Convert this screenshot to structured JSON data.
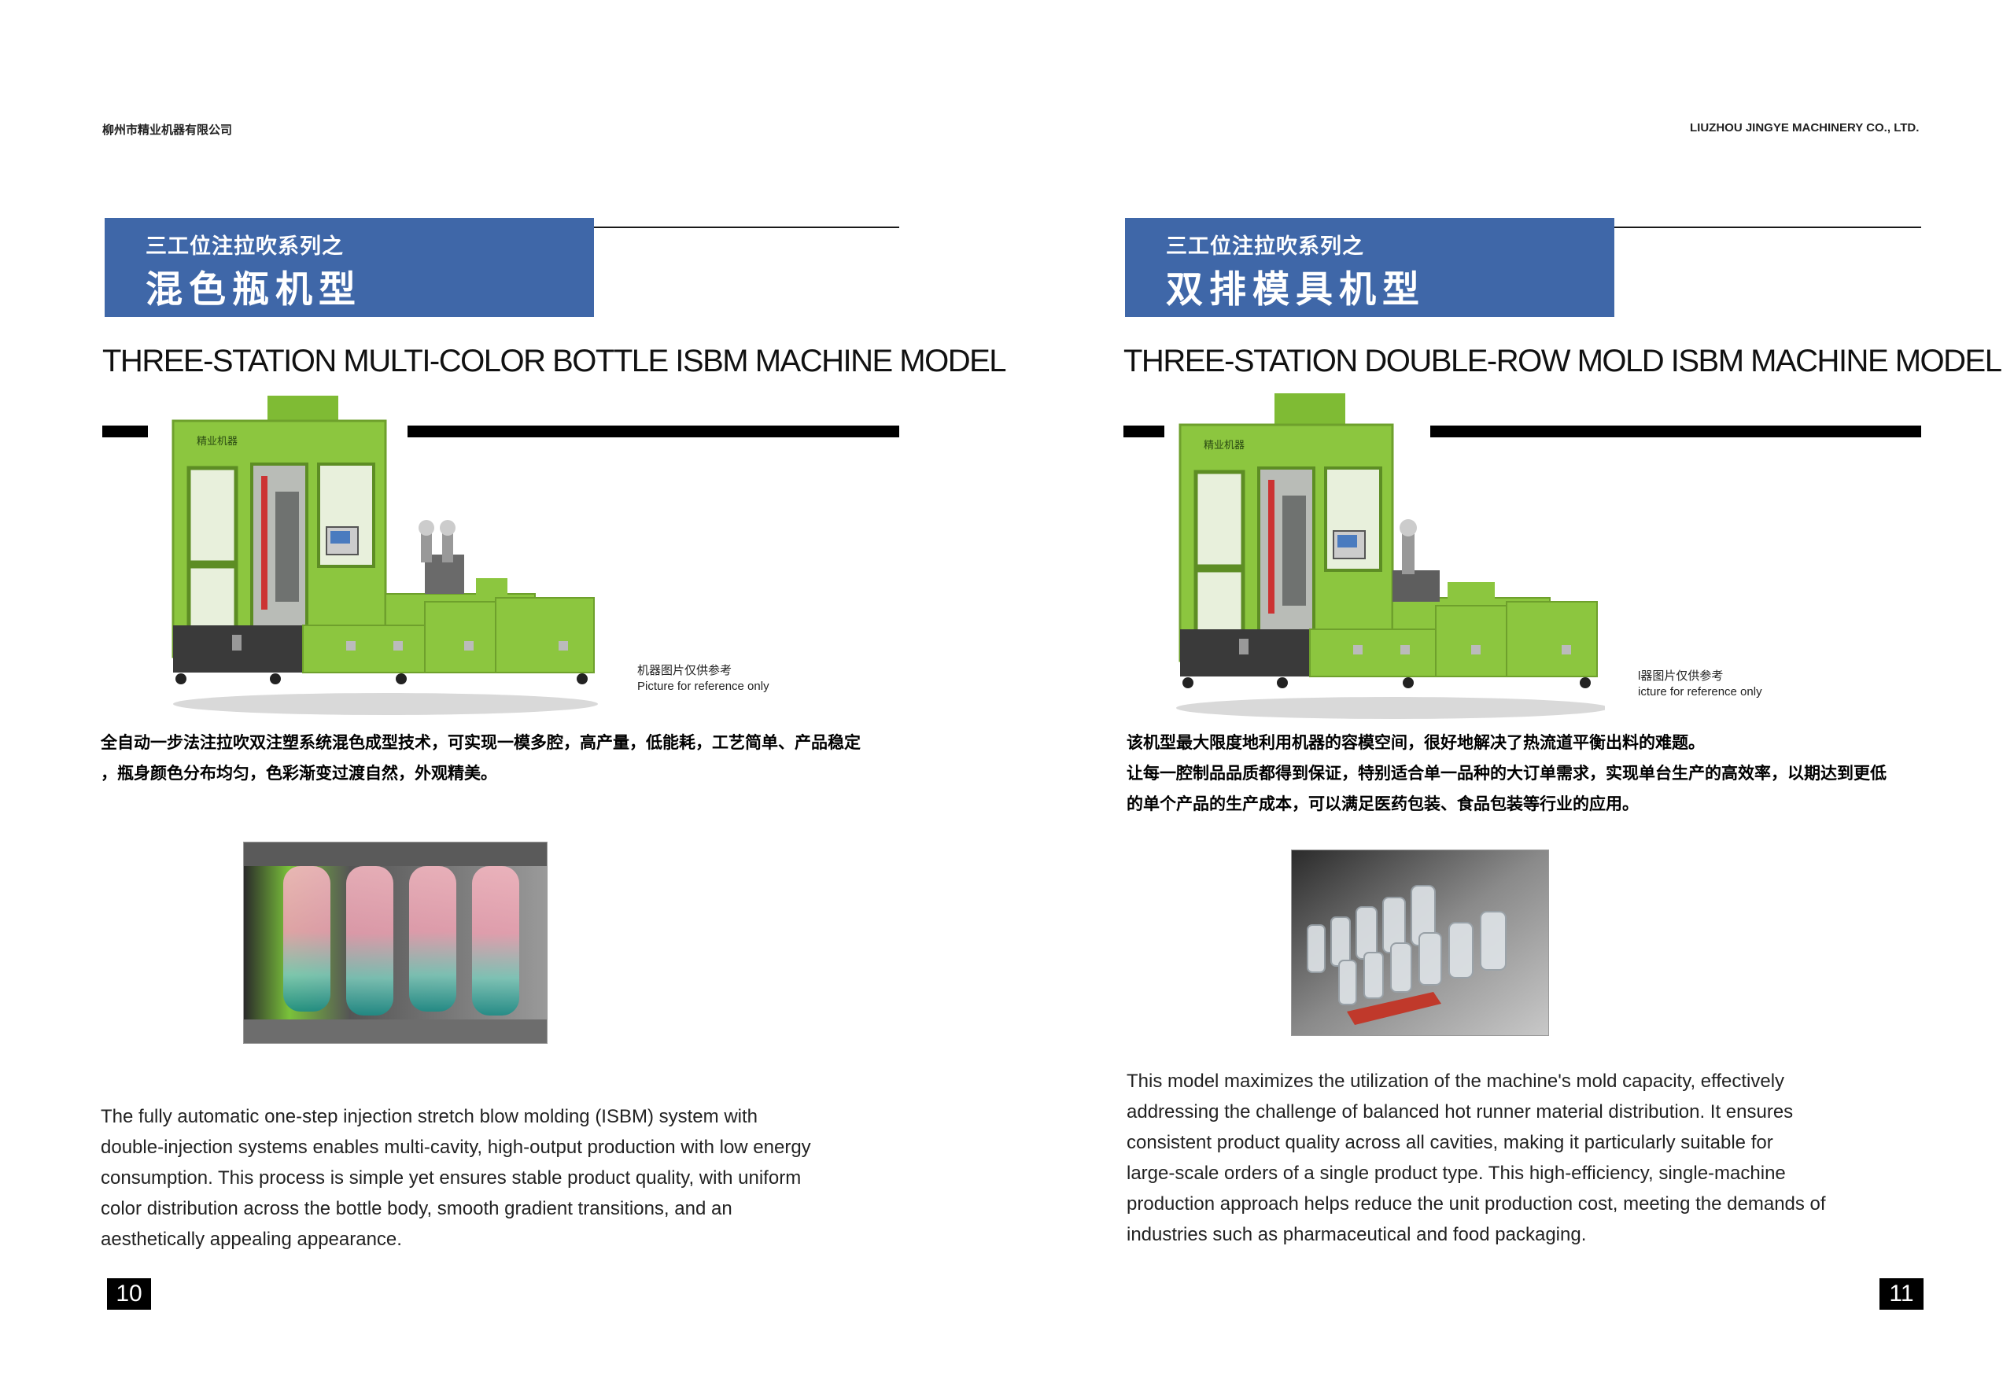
{
  "left_page": {
    "header": "柳州市精业机器有限公司",
    "series_label": "三工位注拉吹系列之",
    "title_cn": "混色瓶机型",
    "title_en": "THREE-STATION MULTI-COLOR BOTTLE ISBM MACHINE MODEL",
    "machine_brand": "精业机器",
    "caption_cn": "机器图片仅供参考",
    "caption_en": "Picture for reference only",
    "description_cn": [
      "全自动一步法注拉吹双注塑系统混色成型技术，可实现一模多腔，高产量，低能耗，工艺简单、产品稳定",
      "，瓶身颜色分布均匀，色彩渐变过渡自然，外观精美。"
    ],
    "description_en": [
      "The fully automatic one-step injection stretch blow molding (ISBM) system with",
      "double-injection systems enables multi-cavity, high-output production with low energy",
      "consumption. This process is simple yet ensures stable product quality, with uniform",
      "color distribution across the bottle body, smooth gradient transitions, and an",
      "aesthetically appealing appearance."
    ],
    "page_number": "10"
  },
  "right_page": {
    "header": "LIUZHOU JINGYE MACHINERY CO., LTD.",
    "series_label": "三工位注拉吹系列之",
    "title_cn": "双排模具机型",
    "title_en": "THREE-STATION DOUBLE-ROW MOLD ISBM MACHINE MODEL",
    "machine_brand": "精业机器",
    "caption_cn": "l器图片仅供参考",
    "caption_en": "icture for reference only",
    "description_cn": [
      "该机型最大限度地利用机器的容模空间，很好地解决了热流道平衡出料的难题。",
      "让每一腔制品品质都得到保证，特别适合单一品种的大订单需求，实现单台生产的高效率，以期达到更低",
      "的单个产品的生产成本，可以满足医药包装、食品包装等行业的应用。"
    ],
    "description_en": [
      "This model maximizes the utilization of the machine's mold capacity, effectively",
      "addressing the challenge of balanced hot runner material distribution. It ensures",
      "consistent product quality across all cavities, making it particularly suitable for",
      "large-scale orders of a single product type. This high-efficiency, single-machine",
      "production approach helps reduce the unit production cost, meeting the demands of",
      "industries such as pharmaceutical and food packaging."
    ],
    "page_number": "11"
  },
  "colors": {
    "title_box": "#3f67a8",
    "machine_green": "#8cc63f",
    "machine_base": "#3a3a3a"
  }
}
